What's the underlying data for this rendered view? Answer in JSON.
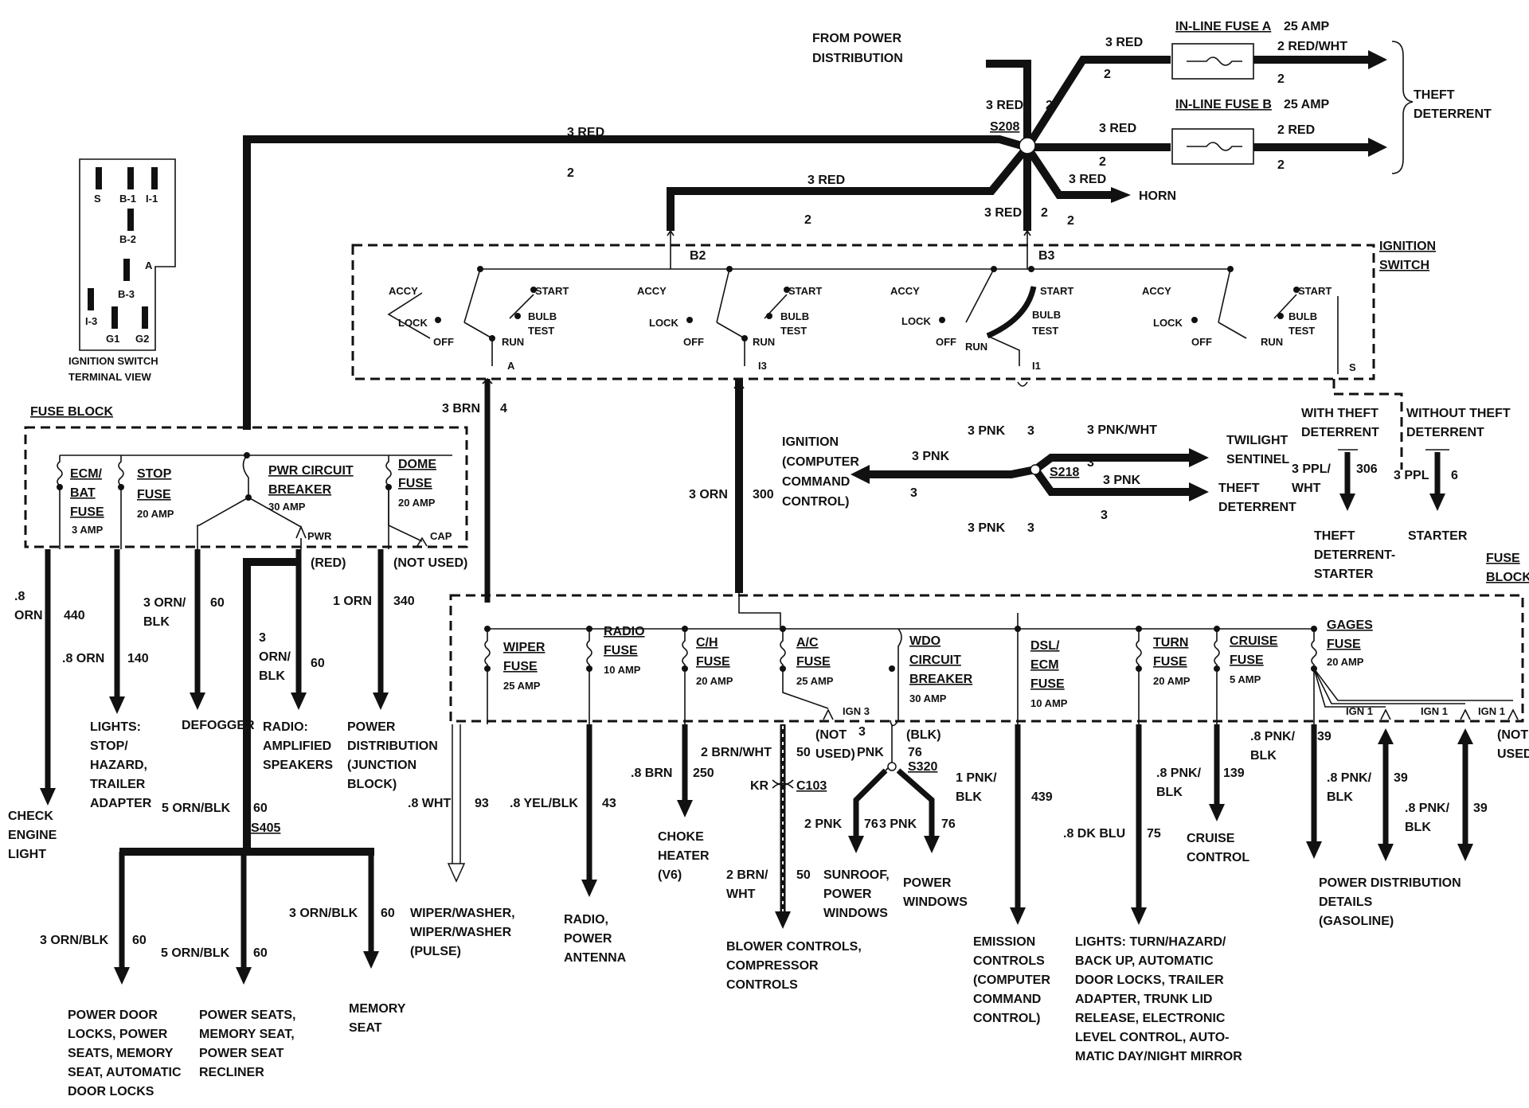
{
  "top": {
    "from_power": [
      "FROM POWER",
      "DISTRIBUTION"
    ],
    "fuse_a_title": "IN-LINE FUSE A",
    "fuse_a_amp": "25 AMP",
    "fuse_b_title": "IN-LINE FUSE B",
    "fuse_b_amp": "25 AMP",
    "w_3red": "3 RED",
    "w_2": "2",
    "w_2redwht": "2 RED/WHT",
    "w_2red": "2 RED",
    "theft_deterrent": [
      "THEFT",
      "DETERRENT"
    ],
    "horn": "HORN",
    "s208": "S208"
  },
  "terminal_view": {
    "pins": [
      "S",
      "B-1",
      "I-1",
      "B-2",
      "A",
      "B-3",
      "I-3",
      "G1",
      "G2"
    ],
    "caption": [
      "IGNITION SWITCH",
      "TERMINAL VIEW"
    ]
  },
  "ignition_switch": {
    "title": [
      "IGNITION",
      "SWITCH"
    ],
    "positions": [
      "ACCY",
      "START",
      "LOCK",
      "BULB",
      "TEST",
      "OFF",
      "RUN"
    ],
    "terminals": [
      "B2",
      "B3",
      "A",
      "I3",
      "I1",
      "S"
    ]
  },
  "fuse_block_left": {
    "title": "FUSE BLOCK",
    "fuses": [
      {
        "name": [
          "ECM/",
          "BAT",
          "FUSE"
        ],
        "amp": "3 AMP"
      },
      {
        "name": [
          "STOP",
          "FUSE"
        ],
        "amp": "20 AMP"
      },
      {
        "name": [
          "PWR CIRCUIT",
          "BREAKER"
        ],
        "amp": "30 AMP"
      },
      {
        "name": [
          "DOME",
          "FUSE"
        ],
        "amp": "20 AMP"
      }
    ],
    "pwr": "PWR",
    "cap": "CAP",
    "red": "(RED)",
    "not_used": "(NOT USED)"
  },
  "left_wires": {
    "w1": [
      ".8",
      "ORN"
    ],
    "w1n": "440",
    "w2": ".8 ORN",
    "w2n": "140",
    "w3": [
      "3 ORN/",
      "BLK"
    ],
    "w3n": "60",
    "w4": [
      "3",
      "ORN/",
      "BLK"
    ],
    "w4n": "60",
    "w5": "1 ORN",
    "w5n": "340",
    "w6": "5 ORN/BLK",
    "w6n": "60",
    "s405": "S405",
    "w7": "3 ORN/BLK",
    "w7n": "60",
    "w8": "5 ORN/BLK",
    "w8n": "60",
    "w9": "3 ORN/BLK",
    "w9n": "60"
  },
  "left_loads": {
    "check_engine": [
      "CHECK",
      "ENGINE",
      "LIGHT"
    ],
    "lights_stop": [
      "LIGHTS:",
      "STOP/",
      "HAZARD,",
      "TRAILER",
      "ADAPTER"
    ],
    "defogger": "DEFOGGER",
    "radio_amp": [
      "RADIO:",
      "AMPLIFIED",
      "SPEAKERS"
    ],
    "power_dist": [
      "POWER",
      "DISTRIBUTION",
      "(JUNCTION",
      "BLOCK)"
    ],
    "power_door": [
      "POWER DOOR",
      "LOCKS, POWER",
      "SEATS, MEMORY",
      "SEAT, AUTOMATIC",
      "DOOR LOCKS"
    ],
    "power_seats": [
      "POWER SEATS,",
      "MEMORY SEAT,",
      "POWER SEAT",
      "RECLINER"
    ],
    "memory_seat": [
      "MEMORY",
      "SEAT"
    ]
  },
  "middle": {
    "w_3brn": "3 BRN",
    "w_3brn_n": "4",
    "w_3orn": "3 ORN",
    "w_3orn_n": "300",
    "ignition_ccc": [
      "IGNITION",
      "(COMPUTER",
      "COMMAND",
      "CONTROL)"
    ],
    "w_3pnk": "3 PNK",
    "w_3": "3",
    "w_3pnkwht": "3 PNK/WHT",
    "s218": "S218",
    "twilight": [
      "TWILIGHT",
      "SENTINEL"
    ],
    "theft_det": [
      "THEFT",
      "DETERRENT"
    ],
    "with_theft": [
      "WITH THEFT",
      "DETERRENT"
    ],
    "without_theft": [
      "WITHOUT THEFT",
      "DETERRENT"
    ],
    "w_3ppl_wht": [
      "3 PPL/",
      "WHT"
    ],
    "w_306": "306",
    "w_3ppl": "3 PPL",
    "w_6": "6",
    "theft_starter": [
      "THEFT",
      "DETERRENT-",
      "STARTER"
    ],
    "starter": "STARTER"
  },
  "fuse_block_right": {
    "title": [
      "FUSE",
      "BLOCK"
    ],
    "fuses": [
      {
        "name": [
          "WIPER",
          "FUSE"
        ],
        "amp": "25 AMP"
      },
      {
        "name": [
          "RADIO",
          "FUSE"
        ],
        "amp": "10 AMP"
      },
      {
        "name": [
          "C/H",
          "FUSE"
        ],
        "amp": "20 AMP"
      },
      {
        "name": [
          "A/C",
          "FUSE"
        ],
        "amp": "25 AMP"
      },
      {
        "name": [
          "WDO",
          "CIRCUIT",
          "BREAKER"
        ],
        "amp": "30 AMP"
      },
      {
        "name": [
          "DSL/",
          "ECM",
          "FUSE"
        ],
        "amp": "10 AMP"
      },
      {
        "name": [
          "TURN",
          "FUSE"
        ],
        "amp": "20 AMP"
      },
      {
        "name": [
          "CRUISE",
          "FUSE"
        ],
        "amp": "5 AMP"
      },
      {
        "name": [
          "GAGES",
          "FUSE"
        ],
        "amp": "20 AMP"
      }
    ],
    "ign3": "IGN 3",
    "ign1": "IGN 1",
    "not_used": [
      "(NOT",
      "USED)"
    ],
    "blk": "(BLK)"
  },
  "right_wires": {
    "wiper": ".8 WHT",
    "wiper_n": "93",
    "radio": ".8 YEL/BLK",
    "radio_n": "43",
    "choke": ".8 BRN",
    "choke_n": "250",
    "ac1": "2 BRN/WHT",
    "ac1_n": "50",
    "kr": "KR",
    "c103": "C103",
    "ac2": [
      "2 BRN/",
      "WHT"
    ],
    "ac2_n": "50",
    "wdo_3": "3",
    "wdo_pnk": "PNK",
    "wdo_76": "76",
    "s320": "S320",
    "w_2pnk": "2 PNK",
    "w_76": "76",
    "w_3pnk": "3 PNK",
    "dsl": [
      "1 PNK/",
      "BLK"
    ],
    "dsl_n": "439",
    "turn": ".8 DK BLU",
    "turn_n": "75",
    "cruise": [
      ".8 PNK/",
      "BLK"
    ],
    "cruise_n": "139",
    "gages1": [
      ".8 PNK/",
      "BLK"
    ],
    "gages_n": "39"
  },
  "right_loads": {
    "wiper": [
      "WIPER/WASHER,",
      "WIPER/WASHER",
      "(PULSE)"
    ],
    "radio": [
      "RADIO,",
      "POWER",
      "ANTENNA"
    ],
    "choke": [
      "CHOKE",
      "HEATER",
      "(V6)"
    ],
    "blower": [
      "BLOWER CONTROLS,",
      "COMPRESSOR",
      "CONTROLS"
    ],
    "sunroof": [
      "SUNROOF,",
      "POWER",
      "WINDOWS"
    ],
    "pwr_windows": [
      "POWER",
      "WINDOWS"
    ],
    "emission": [
      "EMISSION",
      "CONTROLS",
      "(COMPUTER",
      "COMMAND",
      "CONTROL)"
    ],
    "lights_turn": [
      "LIGHTS: TURN/HAZARD/",
      "BACK UP, AUTOMATIC",
      "DOOR LOCKS, TRAILER",
      "ADAPTER, TRUNK LID",
      "RELEASE, ELECTRONIC",
      "LEVEL CONTROL, AUTO-",
      "MATIC DAY/NIGHT MIRROR"
    ],
    "cruise": [
      "CRUISE",
      "CONTROL"
    ],
    "pdd": [
      "POWER DISTRIBUTION",
      "DETAILS",
      "(GASOLINE)"
    ]
  }
}
